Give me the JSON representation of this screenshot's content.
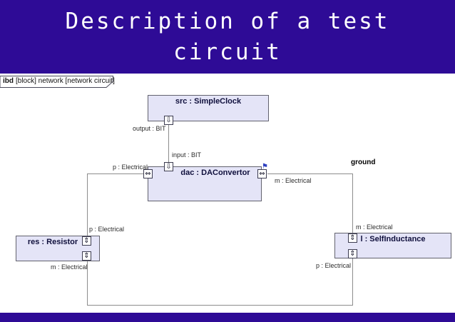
{
  "slide": {
    "title": "Description of a test circuit",
    "title_lines": [
      "Description of a test",
      "circuit"
    ]
  },
  "colors": {
    "banner": "#2E0B96",
    "footer": "#2E0B96",
    "block_fill": "#E4E4F7",
    "block_border": "#62626E",
    "connector": "#8C8C8C",
    "title_text": "#FFFFFF",
    "block_title_text": "#0F0F3C"
  },
  "frame": {
    "kind": "ibd",
    "qualifier": "[block] network [network circuit]"
  },
  "blocks": {
    "src": {
      "name": "src : SimpleClock"
    },
    "dac": {
      "name": "dac : DAConvertor"
    },
    "res": {
      "name": "res : Resistor"
    },
    "ind": {
      "name": "l : SelfInductance"
    }
  },
  "labels": {
    "src_output": "output : BIT",
    "dac_input": "input : BIT",
    "dac_p": "p : Electrical",
    "dac_m": "m : Electrical",
    "res_p": "p : Electrical",
    "res_m": "m : Electrical",
    "ind_m": "m : Electrical",
    "ind_p": "p : Electrical",
    "ground": "ground"
  },
  "glyphs": {
    "flow_down": "⇩",
    "flow_horizontal": "⇔",
    "flow_vertical": "⇕",
    "port_flag": "⚑"
  }
}
